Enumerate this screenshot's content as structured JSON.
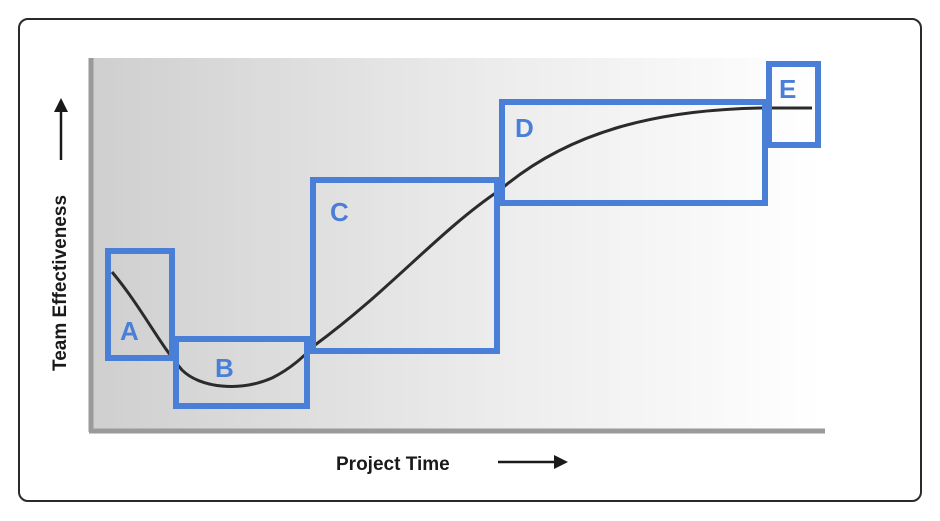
{
  "diagram": {
    "y_axis_label": "Team Effectiveness",
    "x_axis_label": "Project Time",
    "stages": [
      {
        "id": "A"
      },
      {
        "id": "B"
      },
      {
        "id": "C"
      },
      {
        "id": "D"
      },
      {
        "id": "E"
      }
    ],
    "colors": {
      "stage_box": "#4a7fd8",
      "curve": "#2b2b2b",
      "axis": "#9a9a9a",
      "frame": "#2a2a2a",
      "label": "#1a1a1a"
    },
    "icons": {
      "x_axis_arrow": "arrow-right-icon",
      "y_axis_arrow": "arrow-up-icon"
    }
  }
}
